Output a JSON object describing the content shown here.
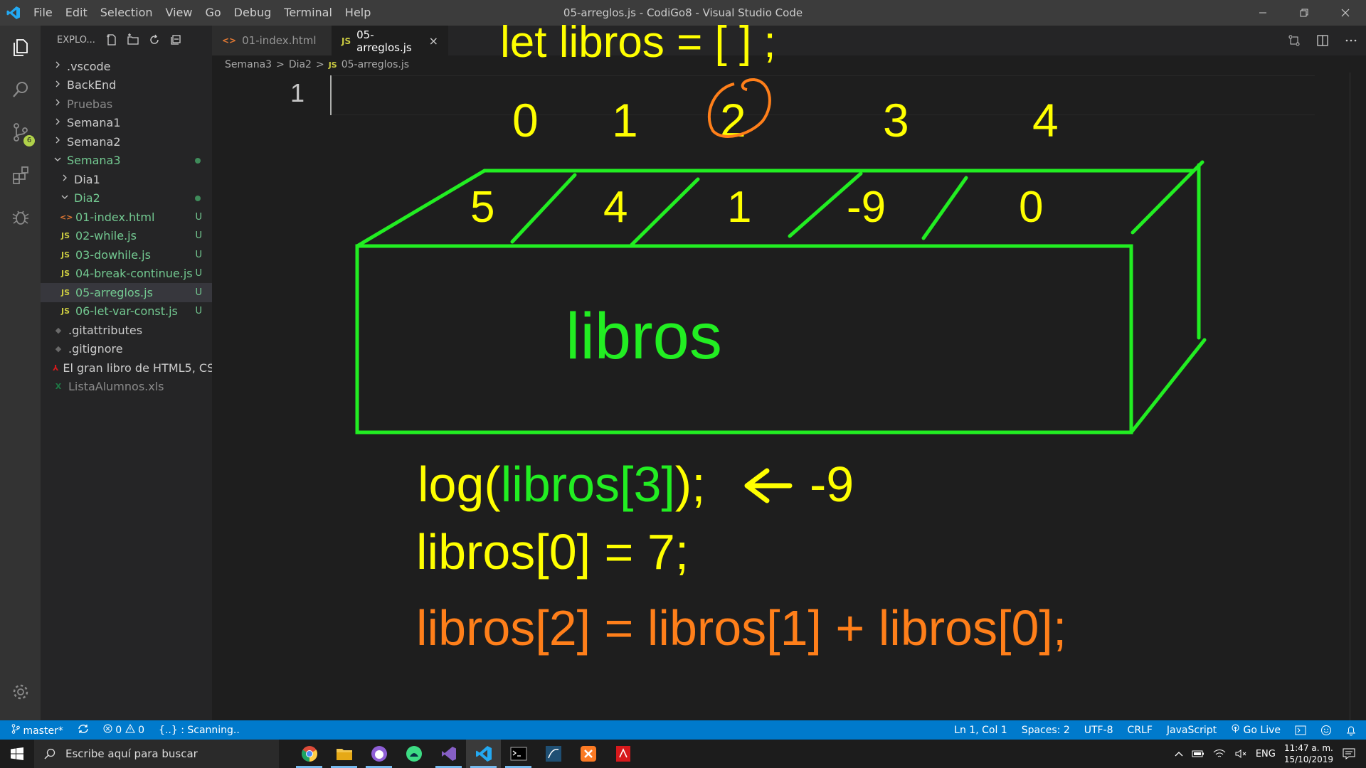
{
  "window": {
    "title": "05-arreglos.js - CodiGo8 - Visual Studio Code",
    "menu": [
      "File",
      "Edit",
      "Selection",
      "View",
      "Go",
      "Debug",
      "Terminal",
      "Help"
    ]
  },
  "sidebar": {
    "header": "EXPLO...",
    "items": [
      {
        "label": ".vscode",
        "kind": "folder",
        "depth": 0,
        "color": "white",
        "status": ""
      },
      {
        "label": "BackEnd",
        "kind": "folder",
        "depth": 0,
        "color": "white",
        "status": ""
      },
      {
        "label": "Pruebas",
        "kind": "folder",
        "depth": 0,
        "color": "gray",
        "status": ""
      },
      {
        "label": "Semana1",
        "kind": "folder",
        "depth": 0,
        "color": "white",
        "status": ""
      },
      {
        "label": "Semana2",
        "kind": "folder",
        "depth": 0,
        "color": "white",
        "status": ""
      },
      {
        "label": "Semana3",
        "kind": "folder-open",
        "depth": 0,
        "color": "green",
        "status": "dot"
      },
      {
        "label": "Dia1",
        "kind": "folder",
        "depth": 1,
        "color": "white",
        "status": ""
      },
      {
        "label": "Dia2",
        "kind": "folder-open",
        "depth": 1,
        "color": "green",
        "status": "dot"
      },
      {
        "label": "01-index.html",
        "kind": "html",
        "depth": 2,
        "color": "green",
        "status": "U"
      },
      {
        "label": "02-while.js",
        "kind": "js",
        "depth": 2,
        "color": "green",
        "status": "U"
      },
      {
        "label": "03-dowhile.js",
        "kind": "js",
        "depth": 2,
        "color": "green",
        "status": "U"
      },
      {
        "label": "04-break-continue.js",
        "kind": "js",
        "depth": 2,
        "color": "green",
        "status": "U"
      },
      {
        "label": "05-arreglos.js",
        "kind": "js",
        "depth": 2,
        "color": "green",
        "status": "U",
        "selected": true
      },
      {
        "label": "06-let-var-const.js",
        "kind": "js",
        "depth": 2,
        "color": "green",
        "status": "U"
      },
      {
        "label": ".gitattributes",
        "kind": "git",
        "depth": 0,
        "color": "white",
        "status": ""
      },
      {
        "label": ".gitignore",
        "kind": "git",
        "depth": 0,
        "color": "white",
        "status": ""
      },
      {
        "label": "El gran libro de HTML5, CS...",
        "kind": "pdf",
        "depth": 0,
        "color": "white",
        "status": ""
      },
      {
        "label": "ListaAlumnos.xls",
        "kind": "xls",
        "depth": 0,
        "color": "gray",
        "status": ""
      }
    ]
  },
  "tabs": [
    {
      "label": "01-index.html",
      "icon": "<>",
      "active": false
    },
    {
      "label": "05-arreglos.js",
      "icon": "JS",
      "active": true,
      "close": "×"
    }
  ],
  "breadcrumb": [
    "Semana3",
    "Dia2",
    "05-arreglos.js"
  ],
  "breadcrumb_sep": ">",
  "breadcrumb_file_icon": "JS",
  "editor": {
    "line_number": "1"
  },
  "drawing": {
    "title": "let libros = [ ] ;",
    "indices": [
      "0",
      "1",
      "2",
      "3",
      "4"
    ],
    "values": [
      "5",
      "4",
      "1",
      "-9",
      "0"
    ],
    "box_label": "libros",
    "code_lines": {
      "line1_prefix": "log(",
      "line1_mid": "libros[3]",
      "line1_suffix": ");",
      "line1_result": "-9",
      "line2": "libros[0] = 7;",
      "line3": "libros[2] = libros[1] + libros[0];"
    },
    "colors": {
      "yellow": "#ffff00",
      "green": "#22ee22",
      "orange": "#ff7f1a"
    }
  },
  "statusbar": {
    "branch": "master*",
    "errors": "0",
    "warnings": "0",
    "scanning": "{..} : Scanning..",
    "position": "Ln 1, Col 1",
    "spaces": "Spaces: 2",
    "encoding": "UTF-8",
    "eol": "CRLF",
    "language": "JavaScript",
    "golive": "Go Live"
  },
  "taskbar": {
    "search_placeholder": "Escribe aquí para buscar",
    "lang": "ENG",
    "time": "11:47 a. m.",
    "date": "15/10/2019"
  },
  "source_control_badge": "6"
}
